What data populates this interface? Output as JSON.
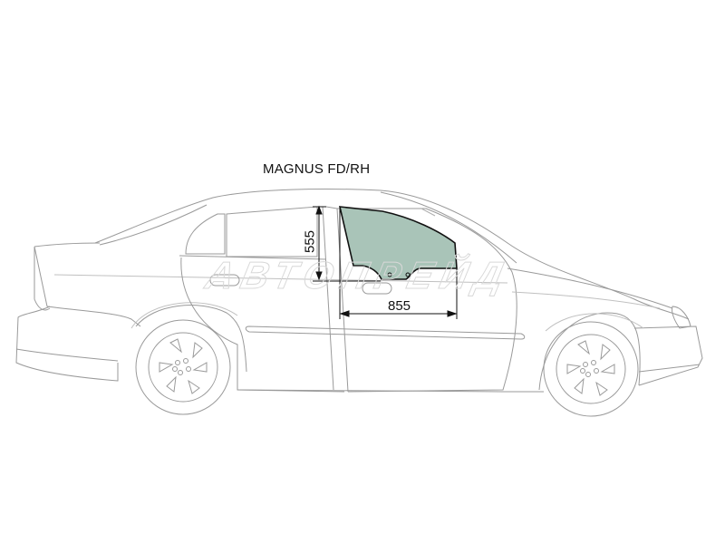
{
  "diagram": {
    "title": "MAGNUS FD/RH",
    "watermark": "АВТОПРЕЙД",
    "dimensions": {
      "width_label": "855",
      "height_label": "555"
    },
    "highlighted_part": {
      "name": "front door glass, right hand",
      "fill_color": "#a9c4b8",
      "stroke_color": "#111111"
    },
    "line_color": "#9a9a9a"
  }
}
